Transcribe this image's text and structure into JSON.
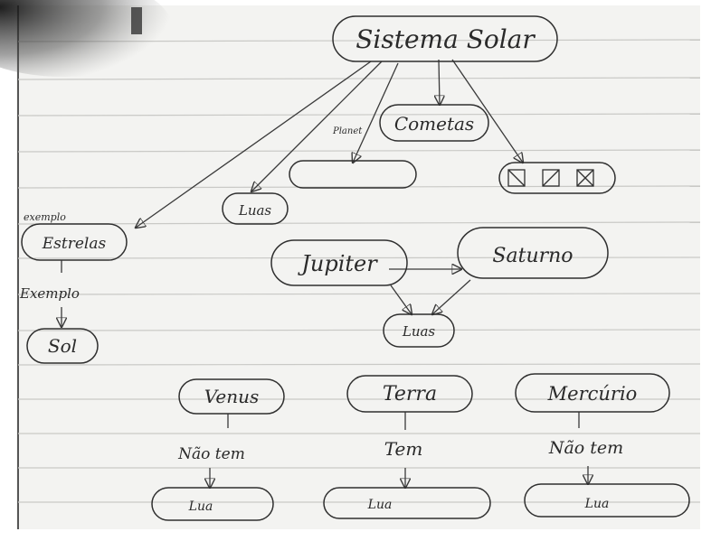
{
  "diagram": {
    "root": "Sistema Solar",
    "edge_labels": {
      "planets_link": "Planet",
      "stars_link": "exemplo",
      "stars_example": "Exemplo",
      "venus_link": "Não tem",
      "terra_link": "Tem",
      "mercurio_link": "Não tem"
    },
    "nodes": {
      "cometas": "Cometas",
      "empty_box": "",
      "small_shapes": "",
      "luas_left": "Luas",
      "estrelas": "Estrelas",
      "jupiter": "Jupiter",
      "saturno": "Saturno",
      "luas_center": "Luas",
      "sol": "Sol",
      "venus": "Venus",
      "terra": "Terra",
      "mercurio": "Mercúrio",
      "venus_lua": "Lua",
      "terra_lua": "Lua",
      "mercurio_lua": "Lua"
    }
  }
}
